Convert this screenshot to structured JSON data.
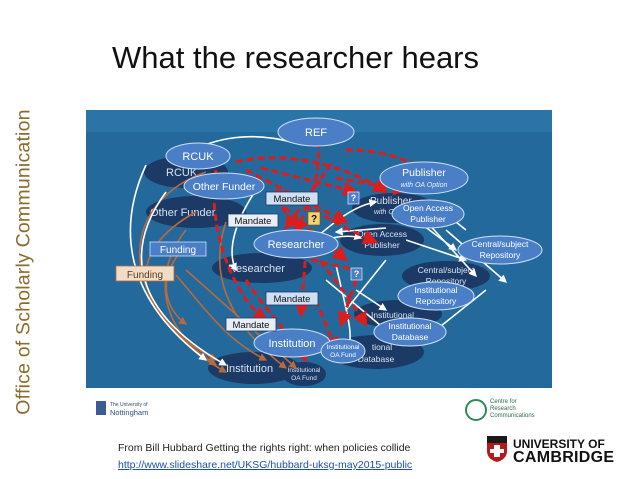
{
  "side_label": "Office of Scholarly Communication",
  "title": "What the researcher hears",
  "diagram": {
    "ref": "REF",
    "rcuk": "RCUK",
    "rcuk_shadow": "RCUK",
    "other_funder": "Other Funder",
    "other_funder_shadow": "Other Funder",
    "funding": "Funding",
    "funding_shadow": "Funding",
    "researcher": "Researcher",
    "researcher_shadow": "Researcher",
    "mandate_1": "Mandate",
    "mandate_2": "Mandate",
    "mandate_3": "Mandate",
    "mandate_4": "Mandate",
    "question": "?",
    "publisher": "Publisher",
    "publisher_sub": "with OA Option",
    "publisher_shadow": "Publisher",
    "publisher_shadow_sub": "with OA",
    "open_access_publisher": [
      "Open Access",
      "Publisher"
    ],
    "open_access_publisher_shadow": [
      "Open Access",
      "Publisher"
    ],
    "central_repository": [
      "Central/subject",
      "Repository"
    ],
    "central_repository_shadow": [
      "Central/subject",
      "Repository"
    ],
    "institutional_repository": [
      "Institutional",
      "Repository"
    ],
    "institutional_repository_shadow": "Institutional",
    "institutional_database": [
      "Institutional",
      "Database"
    ],
    "institutional_database_shadow": [
      "tional",
      "Database"
    ],
    "institution": "Institution",
    "institution_shadow": "Institution",
    "oa_fund": [
      "Institutional",
      "OA Fund"
    ],
    "oa_fund_shadow": [
      "Institutional",
      "OA Fund"
    ],
    "footer_left": [
      "The University of",
      "Nottingham"
    ],
    "footer_right": [
      "Centre for",
      "Research",
      "Communications"
    ]
  },
  "caption": "From Bill Hubbard  Getting the rights right: when policies collide",
  "link": "http://www.slideshare.net/UKSG/hubbard-uksg-may2015-public",
  "cambridge": {
    "line1": "UNIVERSITY OF",
    "line2": "CAMBRIDGE"
  },
  "colors": {
    "slide_bg": "#24699c",
    "node": "#4a7fc8",
    "node_dark": "#1b3a66",
    "dashed": "#dd1c1c",
    "accent": "#8a6d2b"
  }
}
